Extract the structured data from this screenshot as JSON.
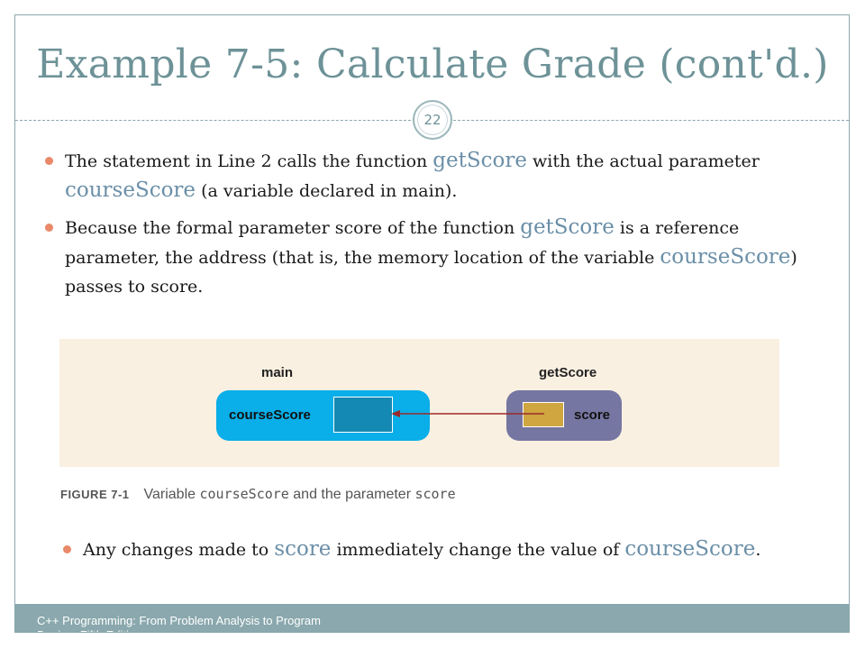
{
  "slide": {
    "title": "Example 7-5: Calculate Grade (cont'd.)",
    "number": "22"
  },
  "bullets": [
    {
      "t1": "The statement in Line 2 calls the function ",
      "c1": "getScore",
      "t2": " with the actual parameter ",
      "c2": "courseScore",
      "t3": " (a variable declared in main)."
    },
    {
      "t1": "Because  the formal parameter score of the function ",
      "c1": "getScore",
      "t2": " is a reference parameter, the address (that is, the memory location of the variable ",
      "c2": "courseScore",
      "t3": ") passes to score."
    },
    {
      "t1": "Any changes made to ",
      "c1": "score",
      "t2": " immediately change the value of ",
      "c2": "courseScore",
      "t3": "."
    }
  ],
  "figure": {
    "main_label": "main",
    "get_label": "getScore",
    "var_main": "courseScore",
    "var_get": "score",
    "caption_number": "FIGURE 7-1",
    "caption_t1": "Variable ",
    "caption_c1": "courseScore",
    "caption_t2": " and the parameter ",
    "caption_c2": "score",
    "colors": {
      "main_box": "#0aaee8",
      "get_box": "#7676a2",
      "main_cell": "#1389b3",
      "get_cell": "#cfa640",
      "arrow": "#9b2a2a"
    }
  },
  "footer": {
    "text": "C++ Programming: From Problem Analysis to Program Design, Fifth Edition"
  }
}
